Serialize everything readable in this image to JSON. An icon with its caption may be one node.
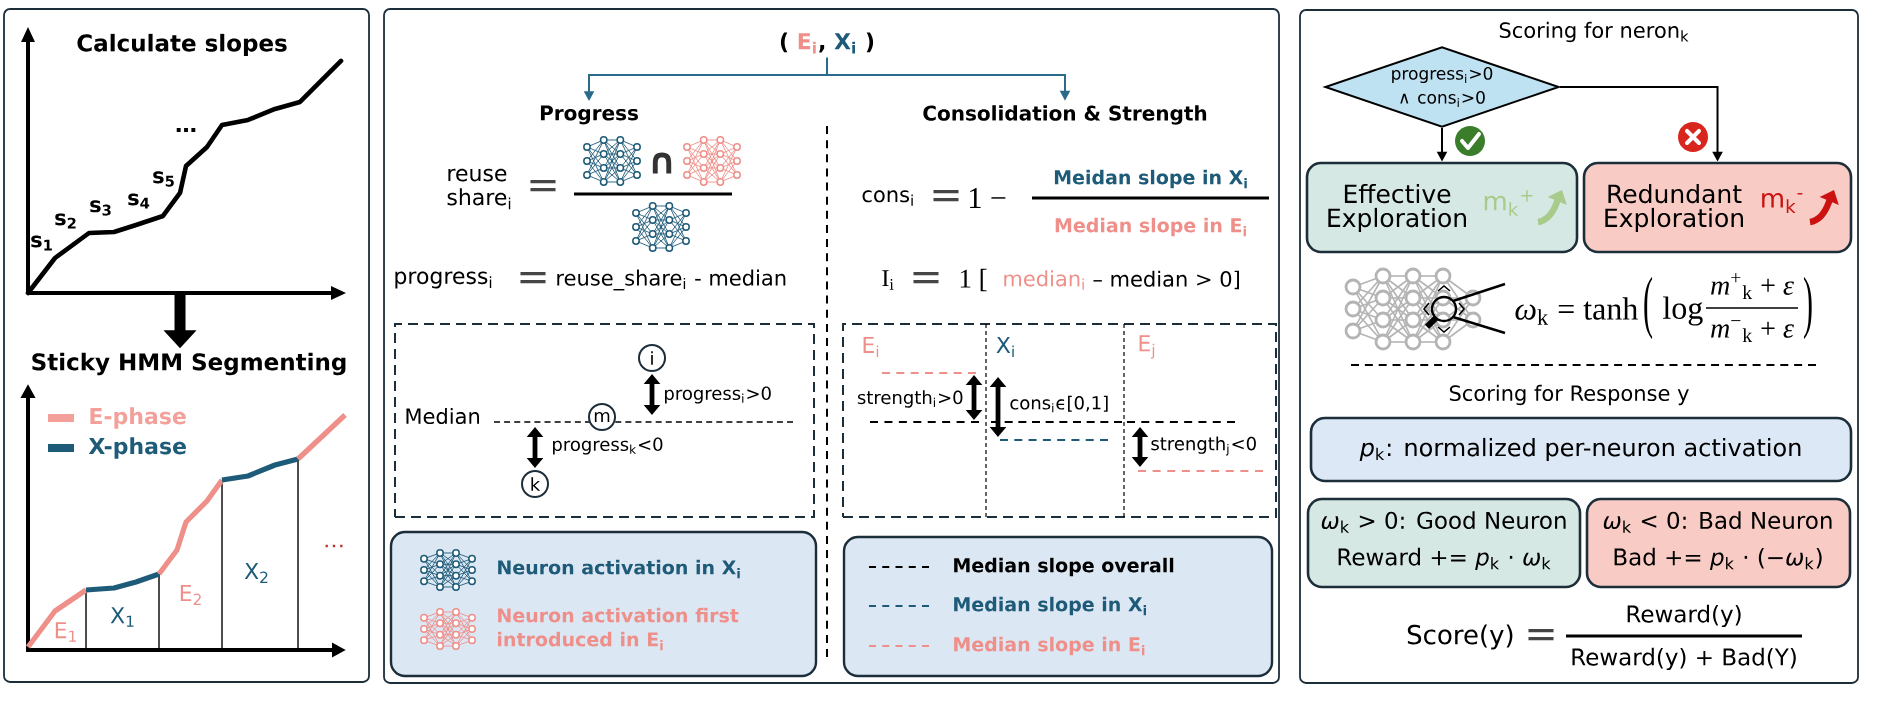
{
  "diagram": {
    "nodes": [
      {
        "text": [],
        "shape": "box"
      },
      {
        "text": [
          "Calculate slopes",
          "s$_{1}$",
          "s$_{2}$",
          "s$_{3}$",
          "s$_{4}$",
          "s$_{5}$",
          "…"
        ],
        "in": 0
      },
      {
        "text": [
          "Sticky HMM Segmenting"
        ],
        "in": 0
      },
      {
        "text": [],
        "shape": "box"
      },
      {
        "text": [
          "(",
          "E$_{i}$",
          ",",
          "X$_{i}$",
          ")"
        ],
        "in": 3
      },
      {
        "text": [
          "Progress"
        ],
        "in": 3
      },
      {
        "text": [
          "Consolidation & Strength"
        ],
        "in": 3
      },
      {
        "text": [
          "Median",
          "progress$_{i}$>0",
          "progress$_{k}$<0"
        ],
        "in": 3
      },
      {
        "text": [
          "i"
        ],
        "in": 7
      },
      {
        "text": [
          "m"
        ],
        "in": 7
      },
      {
        "text": [
          "k"
        ],
        "in": 7
      },
      {
        "text": [
          "E$_{i}$",
          "X$_{i}$",
          "E$_{j}$",
          "strength$_{i}$>0",
          "cons$_{i}$ϵ[0,1]",
          "strength$_{j}$<0"
        ],
        "in": 3
      },
      {
        "text": [
          "Scoring for neron$_{k}$",
          "Scoring for Response y"
        ]
      },
      {
        "text": [
          "progress$_{i}$>0 ∧ cons$_{i}$>0"
        ],
        "in": 12
      },
      {
        "text": [
          "Effective Exploration",
          "m$_{k}$$^{+}$"
        ],
        "in": 12
      },
      {
        "text": [
          "Redundant Exploration",
          "m$_{k}$$^{-}$"
        ],
        "in": 12
      },
      {
        "text": [
          "*p*$_{k}$: normalized per-neuron activation"
        ],
        "in": 12
      },
      {
        "text": [
          "*ω*$_{k}$ > 0: Good Neuron",
          "Reward += *p*$_{k}$ · *ω*$_{k}$"
        ],
        "in": 12
      },
      {
        "text": [
          "*ω*$_{k}$ < 0: Bad Neuron",
          "Bad += *p*$_{k}$ · (−*ω*$_{k}$)"
        ],
        "in": 12
      }
    ],
    "edges": [
      {
        "from": 1,
        "to": 2,
        "arrow": "to",
        "style": "thick"
      },
      {
        "from": 4,
        "to": 5,
        "arrow": "to",
        "color": "#2a6a8a"
      },
      {
        "from": 4,
        "to": 6,
        "arrow": "to",
        "color": "#2a6a8a"
      },
      {
        "from": 13,
        "to": 14,
        "arrow": "to"
      },
      {
        "from": 13,
        "to": 15,
        "arrow": "to"
      }
    ],
    "labels": [
      "E$_{1}$",
      "X$_{1}$",
      "E$_{2}$",
      "X$_{2}$",
      "…",
      "reuse share$_{i}$",
      "=",
      "∩",
      "progress$_{i}$",
      "=",
      "reuse_share$_{i}$ - median",
      "cons$_{i}$",
      "=",
      "1 −",
      "Meidan slope in X$_{i}$",
      "Median slope in E$_{i}$",
      "I$_{i}$",
      "=",
      "1 [",
      "median$_{i}$",
      "– median > 0]",
      "*ω*$_{k}$ = tanh",
      "(",
      "log",
      "*m*$^{+}$$_{k}$ + *ε*",
      "*m*$^{−}$$_{k}$ + *ε*",
      ")",
      "Score(y)",
      "=",
      "Reward(y)",
      "Reward(y) + Bad(Y)"
    ],
    "legend": [
      {
        "text": "E-phase",
        "color": "#f4a09a"
      },
      {
        "text": "X-phase",
        "color": "#1e5b78"
      },
      {
        "text": "Neuron activation in X$_{i}$"
      },
      {
        "text": "Neuron activation first introduced in E$_{i}$"
      },
      {
        "text": "Median slope overall"
      },
      {
        "text": "Median slope in X$_{i}$"
      },
      {
        "text": "Median slope in E$_{i}$"
      }
    ]
  }
}
